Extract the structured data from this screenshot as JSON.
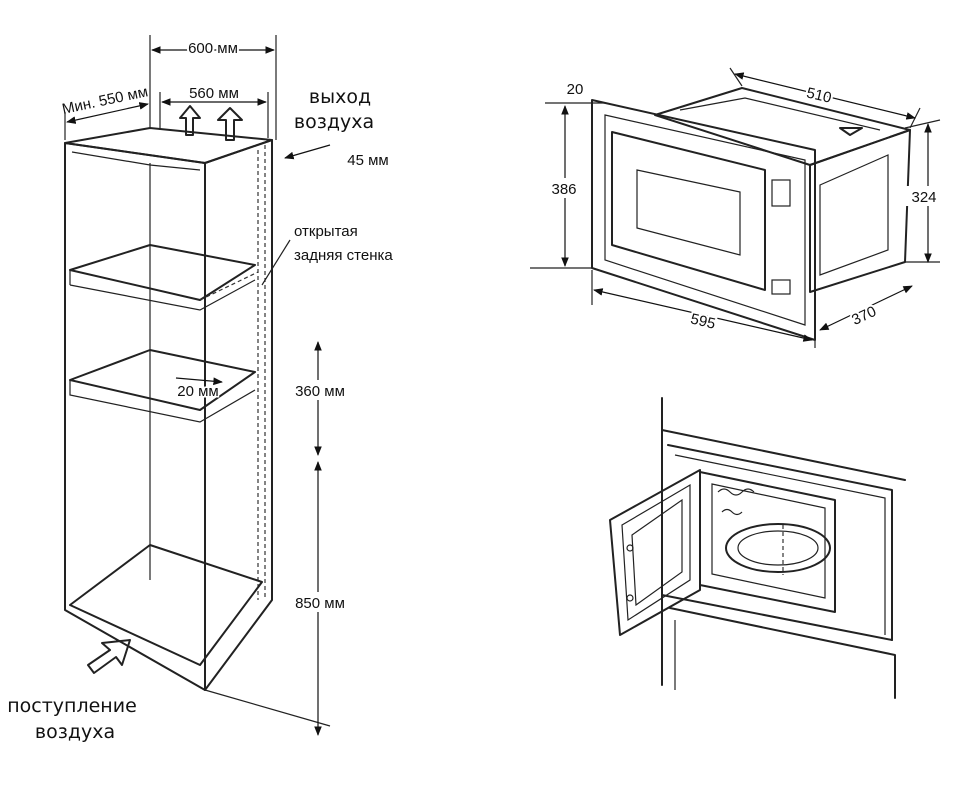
{
  "cabinet": {
    "dim_width_outer": "600 мм",
    "dim_width_inner": "560 мм",
    "dim_depth_min": "Мин. 550 мм",
    "air_out_line1": "выход",
    "air_out_line2": "воздуха",
    "dim_gap": "45 мм",
    "open_back_line1": "открытая",
    "open_back_line2": "задняя стенка",
    "dim_shelf_gap": "20 мм",
    "dim_niche_height": "360 мм",
    "dim_floor_height": "850 мм",
    "air_in_line1": "поступление",
    "air_in_line2": "воздуха"
  },
  "microwave": {
    "dim_frame": "20",
    "dim_depth_top": "510",
    "dim_height_front": "386",
    "dim_height_body": "324",
    "dim_width_front": "595",
    "dim_depth_side": "370"
  }
}
